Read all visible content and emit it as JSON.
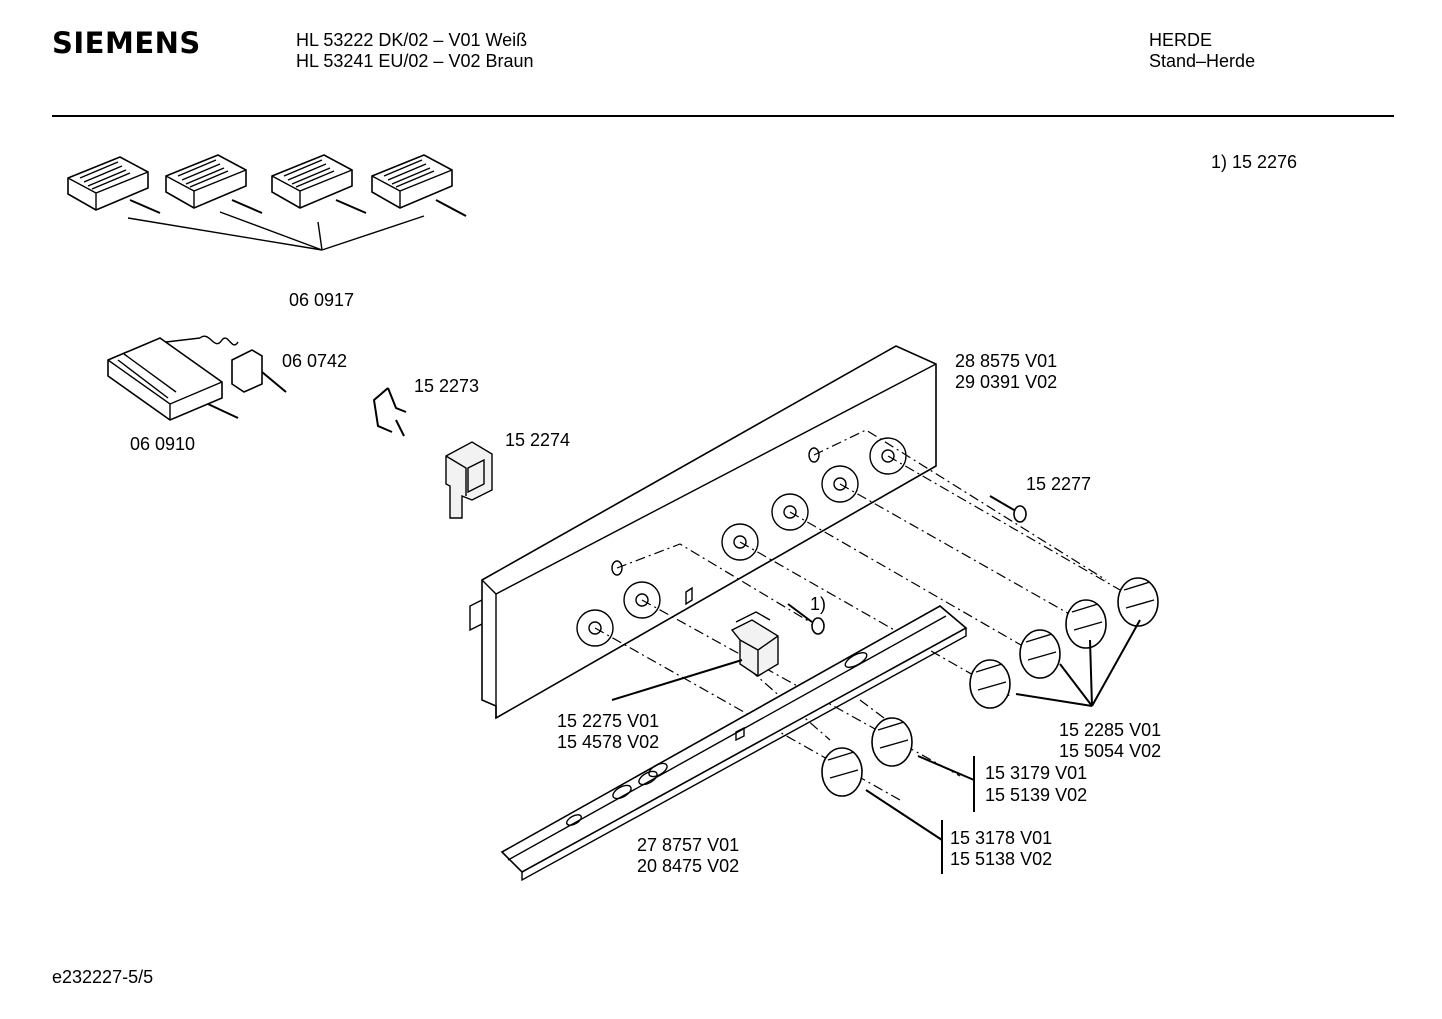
{
  "header": {
    "brand": "SIEMENS",
    "model_line_1": "HL 53222 DK/02 – V01 Weiß",
    "model_line_2": "HL 53241 EU/02 – V02 Braun",
    "category": "HERDE",
    "subcategory": "Stand–Herde"
  },
  "footnote": "1) 15 2276",
  "labels": {
    "switches": "06 0917",
    "thermostat_knob": "06 0742",
    "thermostat": "06 0910",
    "spring_clip": "15 2273",
    "bracket": "15 2274",
    "panel_v01": "28 8575 V01",
    "panel_v02": "29 0391 V02",
    "screw": "15 2277",
    "footnote_marker": "1)",
    "button_v01": "15 2275 V01",
    "button_v02": "15 4578 V02",
    "knob4_v01": "15 2285 V01",
    "knob4_v02": "15 5054 V02",
    "knobA_v01": "15 3179 V01",
    "knobA_v02": "15 5139 V02",
    "knobB_v01": "15 3178 V01",
    "knobB_v02": "15 5138 V02",
    "rail_v01": "27 8757 V01",
    "rail_v02": "20 8475 V02"
  },
  "footer": {
    "drawing_id": "e232227-5/5"
  }
}
